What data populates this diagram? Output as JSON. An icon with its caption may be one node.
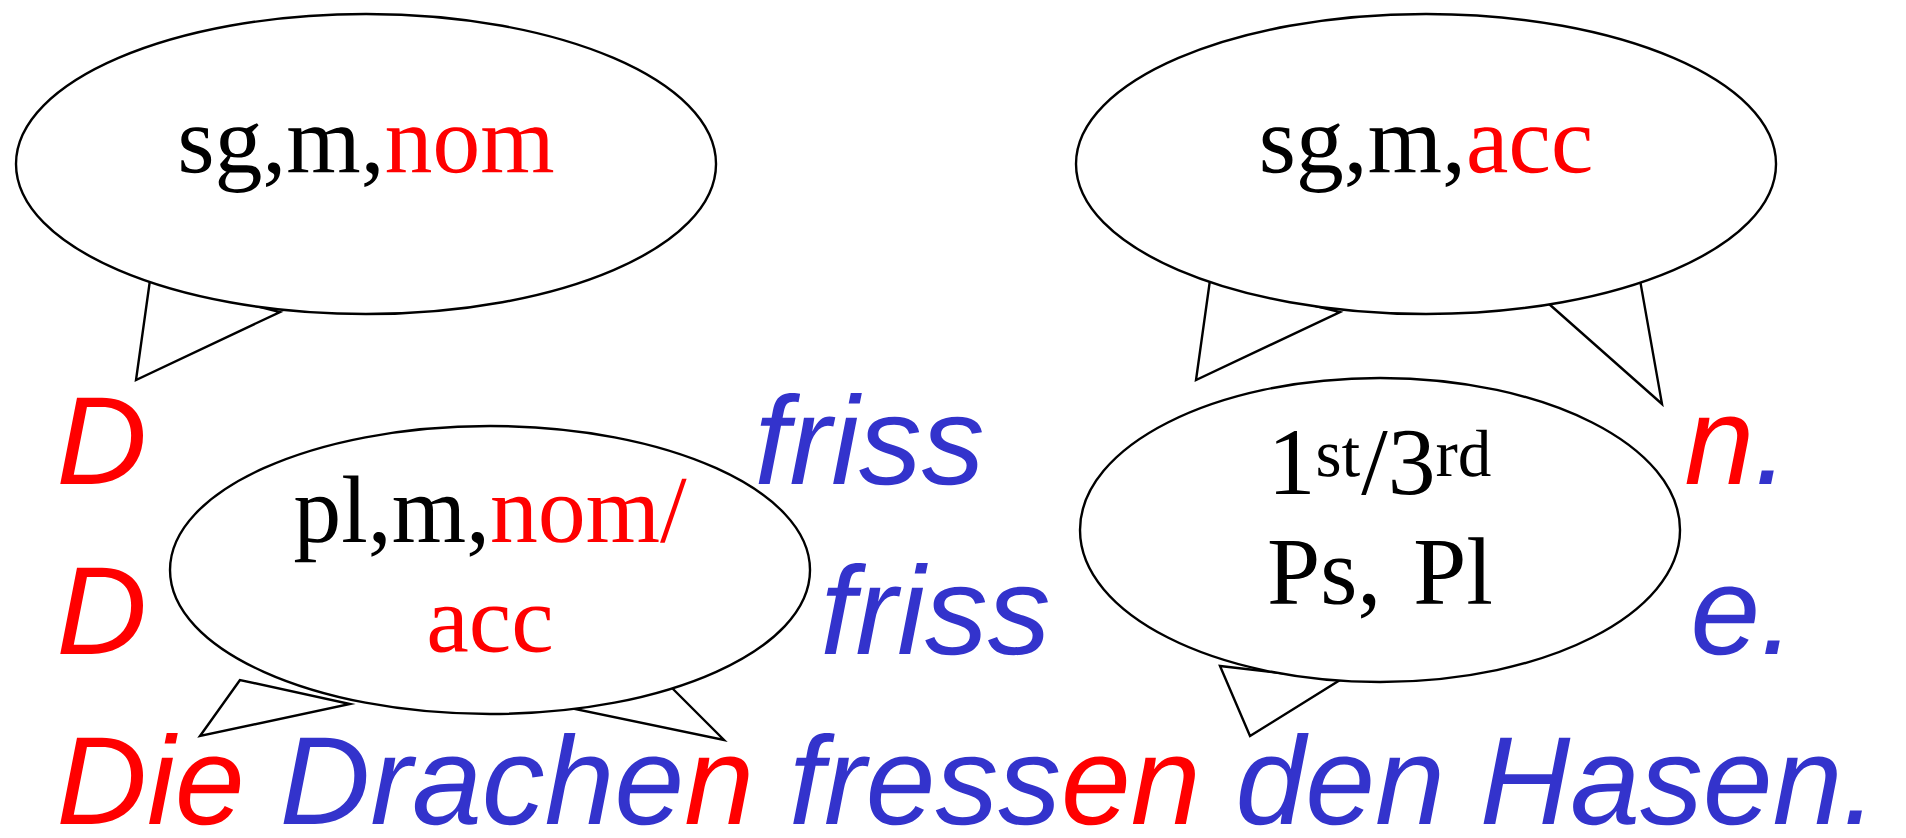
{
  "diagram": {
    "nodes": [
      {
        "text": [
          "sg,m,",
          "nom"
        ]
      },
      {
        "text": [
          "sg,m,",
          "acc"
        ]
      },
      {
        "text": [
          "pl,m,",
          "nom/ acc"
        ]
      },
      {
        "text": [
          "1$^{st}$/3$^{rd}$ Ps, Pl"
        ]
      }
    ],
    "labels": [
      "D",
      "friss",
      "n",
      ".",
      "D",
      "friss",
      "e.",
      "Die",
      "Drache",
      "n",
      "fress",
      "en",
      "den Hasen."
    ]
  }
}
